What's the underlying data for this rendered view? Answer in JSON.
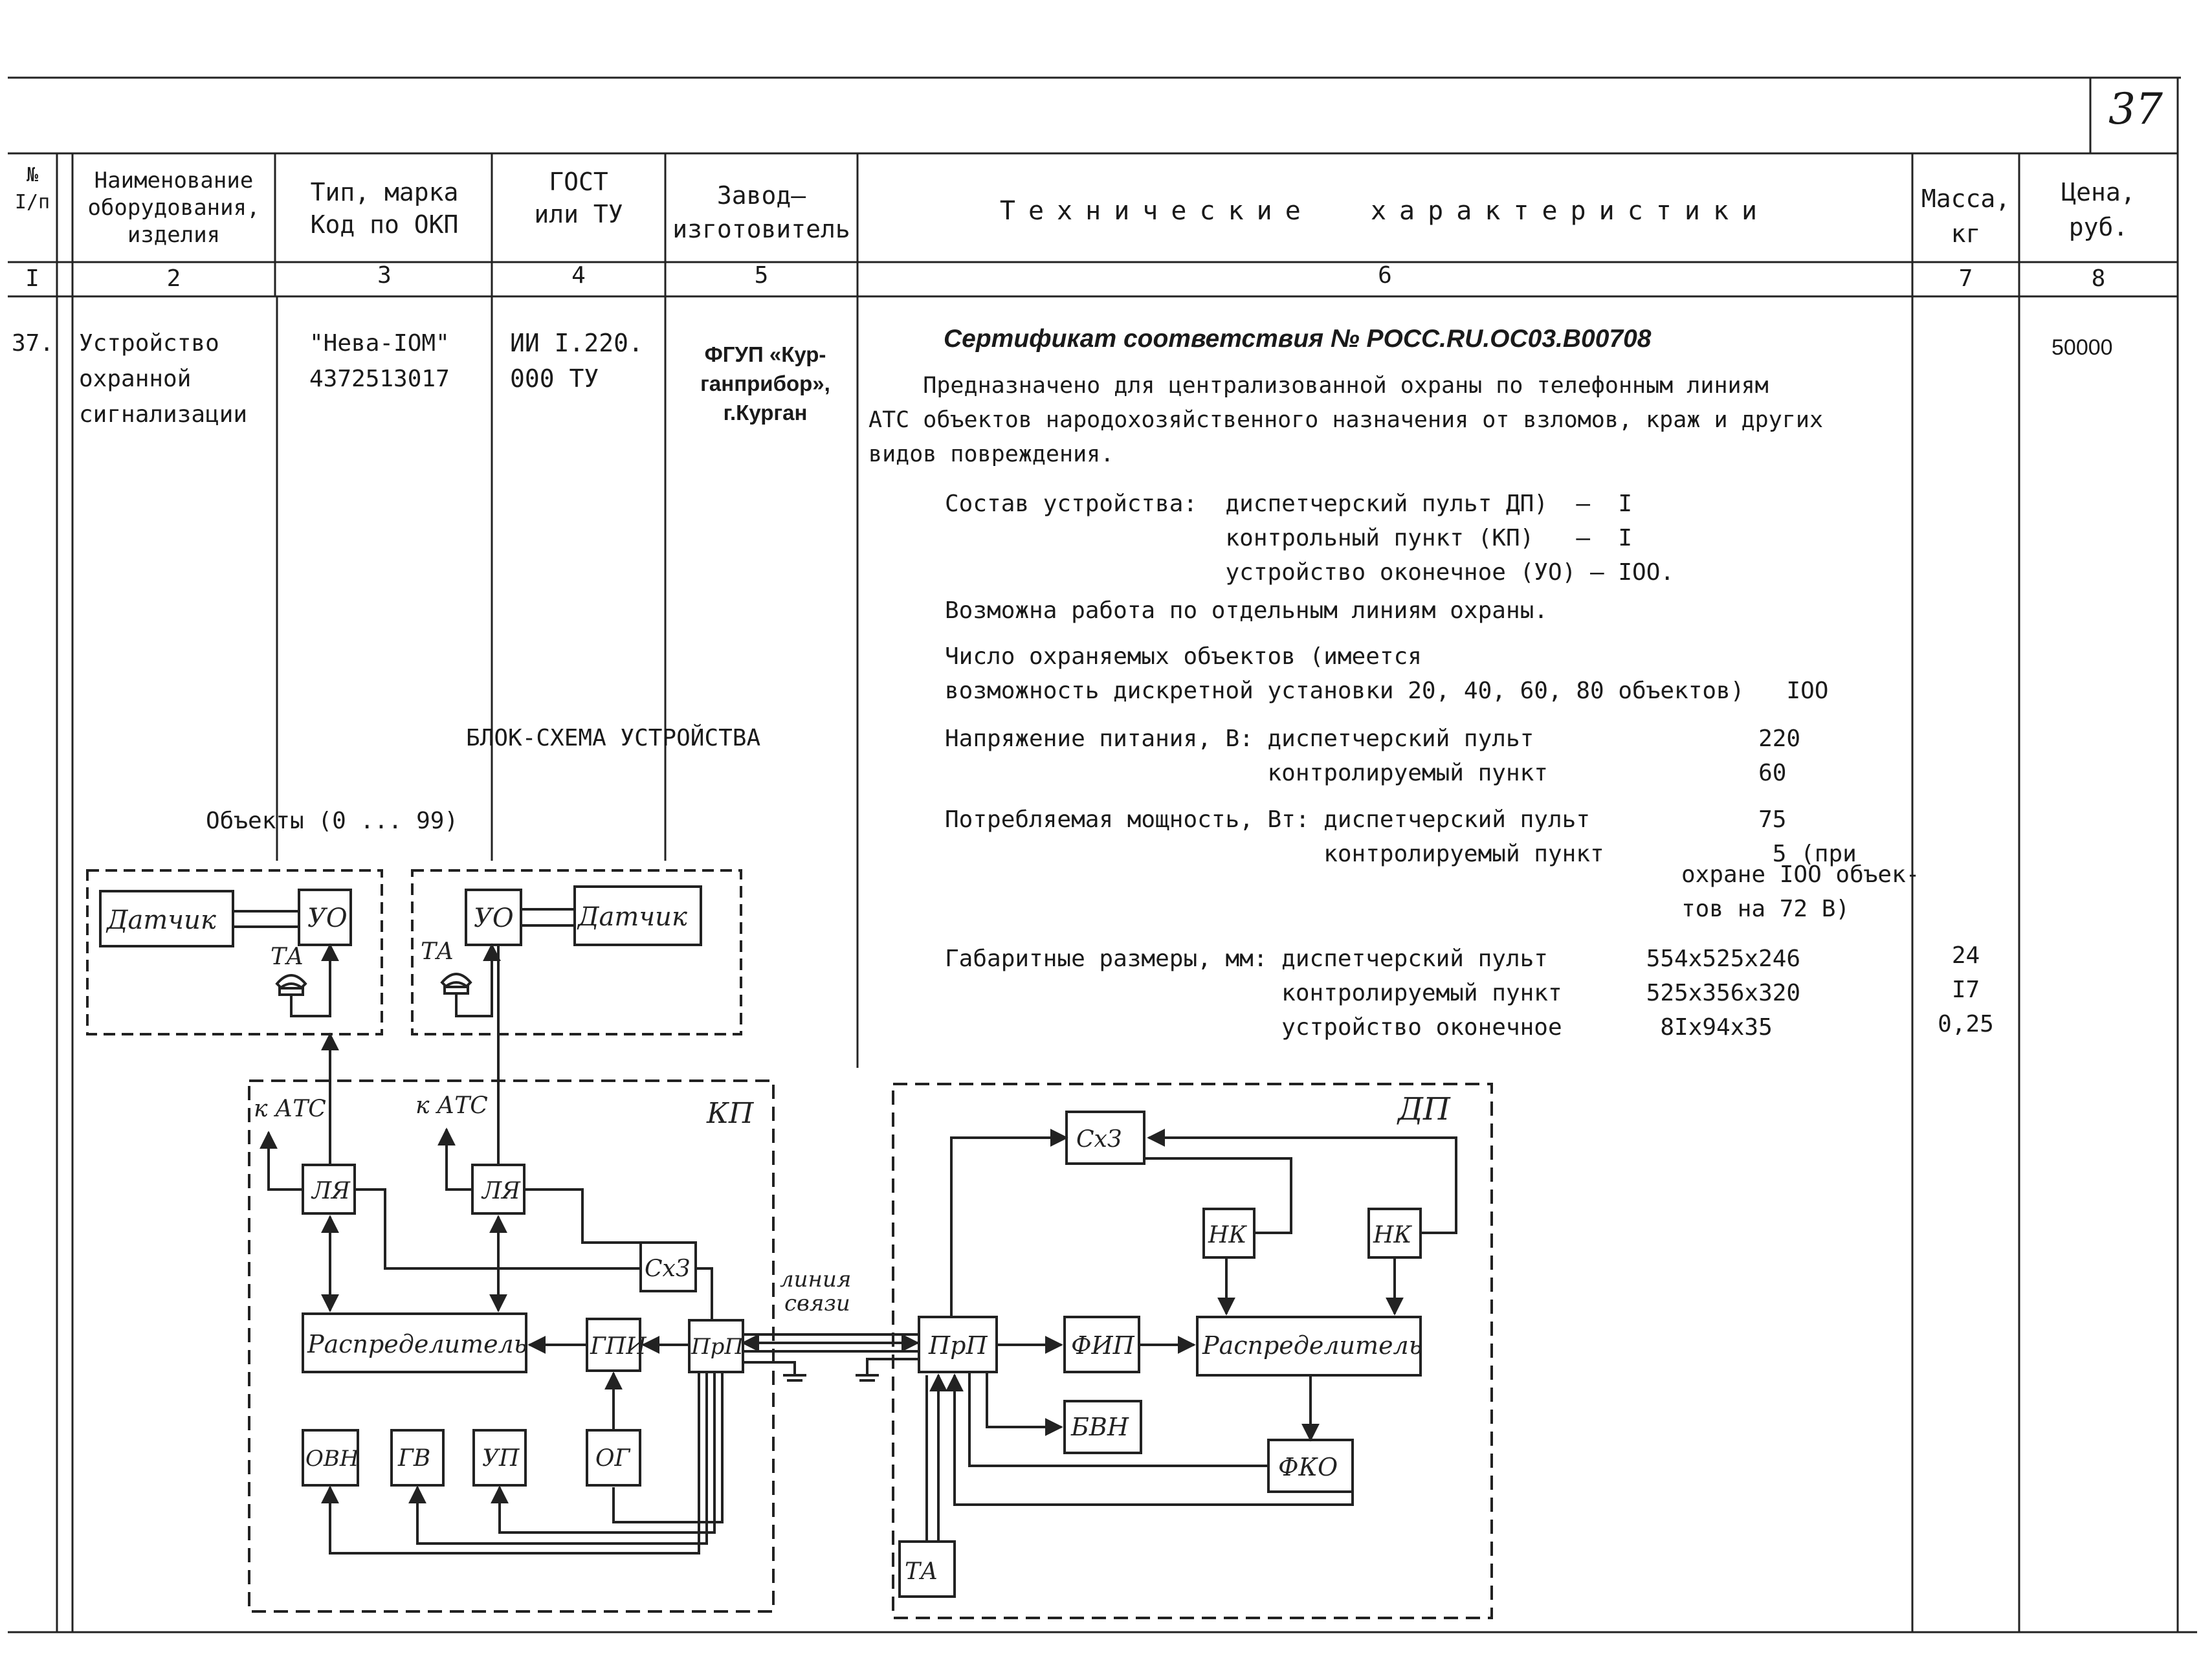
{
  "page_number": "37",
  "table": {
    "headers": {
      "col1": "№\nI/п",
      "col2": "Наименование\nоборудования,\nизделия",
      "col3": "Тип, марка\nКод по ОКП",
      "col4": "ГОСТ\nили ТУ",
      "col5": "Завод–\nизготовитель",
      "col6": "Технические  характеристики",
      "col7": "Масса,\nкг",
      "col8": "Цена,\nруб."
    },
    "col_numbers": [
      "I",
      "2",
      "3",
      "4",
      "5",
      "6",
      "7",
      "8"
    ],
    "row": {
      "number": "37.",
      "name": "Устройство\nохранной\nсигнализации",
      "type": "\"Нева-IOM\"\n4372513017",
      "gost": "ИИ I.220.\n000 ТУ",
      "manufacturer": "ФГУП «Кур-\nганприбор»,\nг.Курган",
      "price": "50000",
      "mass": "24\nI7\n0,25"
    }
  },
  "specs": {
    "certificate": "Сертификат соответствия № РОСС.RU.ОС03.В00708",
    "purpose": "    Предназначено для централизованной охраны по телефонным линиям\nАТС объектов народохозяйственного назначения от взломов, краж и других\nвидов повреждения.",
    "composition": "Состав устройства:  диспетчерский пульт ДП)  –  I\n                    контрольный пункт (КП)   –  I\n                    устройство оконечное (УО) – IOO.",
    "separate_lines": "Возможна работа по отдельным линиям охраны.",
    "objects": "Число охраняемых объектов (имеется\nвозможность дискретной установки 20, 40, 60, 80 объектов)   IOO",
    "voltage": "Напряжение питания, В: диспетчерский пульт                220\n                       контролируемый пункт               60",
    "power": "Потребляемая мощность, Вт: диспетчерский пульт            75\n                           контролируемый пункт            5 (при",
    "power_note": "охране IOO объек-\nтов на 72 В)",
    "dimensions": "Габаритные размеры, мм: диспетчерский пульт       554x525x246\n                        контролируемый пункт      525x356x320\n                        устройство оконечное       8Ix94x35"
  },
  "diagram": {
    "title": "БЛОК-СХЕМА УСТРОЙСТВА",
    "objects_label": "Объекты (0 ... 99)",
    "sensor": "Датчик",
    "uo": "УО",
    "ta": "ТА",
    "katc": "к АТС",
    "kp": "КП",
    "dp": "ДП",
    "la": "ЛЯ",
    "sxz": "СхЗ",
    "raspredelitel": "Распределитель",
    "gpi": "ГПИ",
    "prp": "ПрП",
    "ovn": "ОВН",
    "gv": "ГВ",
    "up": "УП",
    "og": "ОГ",
    "line_label": "линия\nсвязи",
    "nk": "НК",
    "fip": "ФИП",
    "bvn": "БВН",
    "fko": "ФКО"
  }
}
